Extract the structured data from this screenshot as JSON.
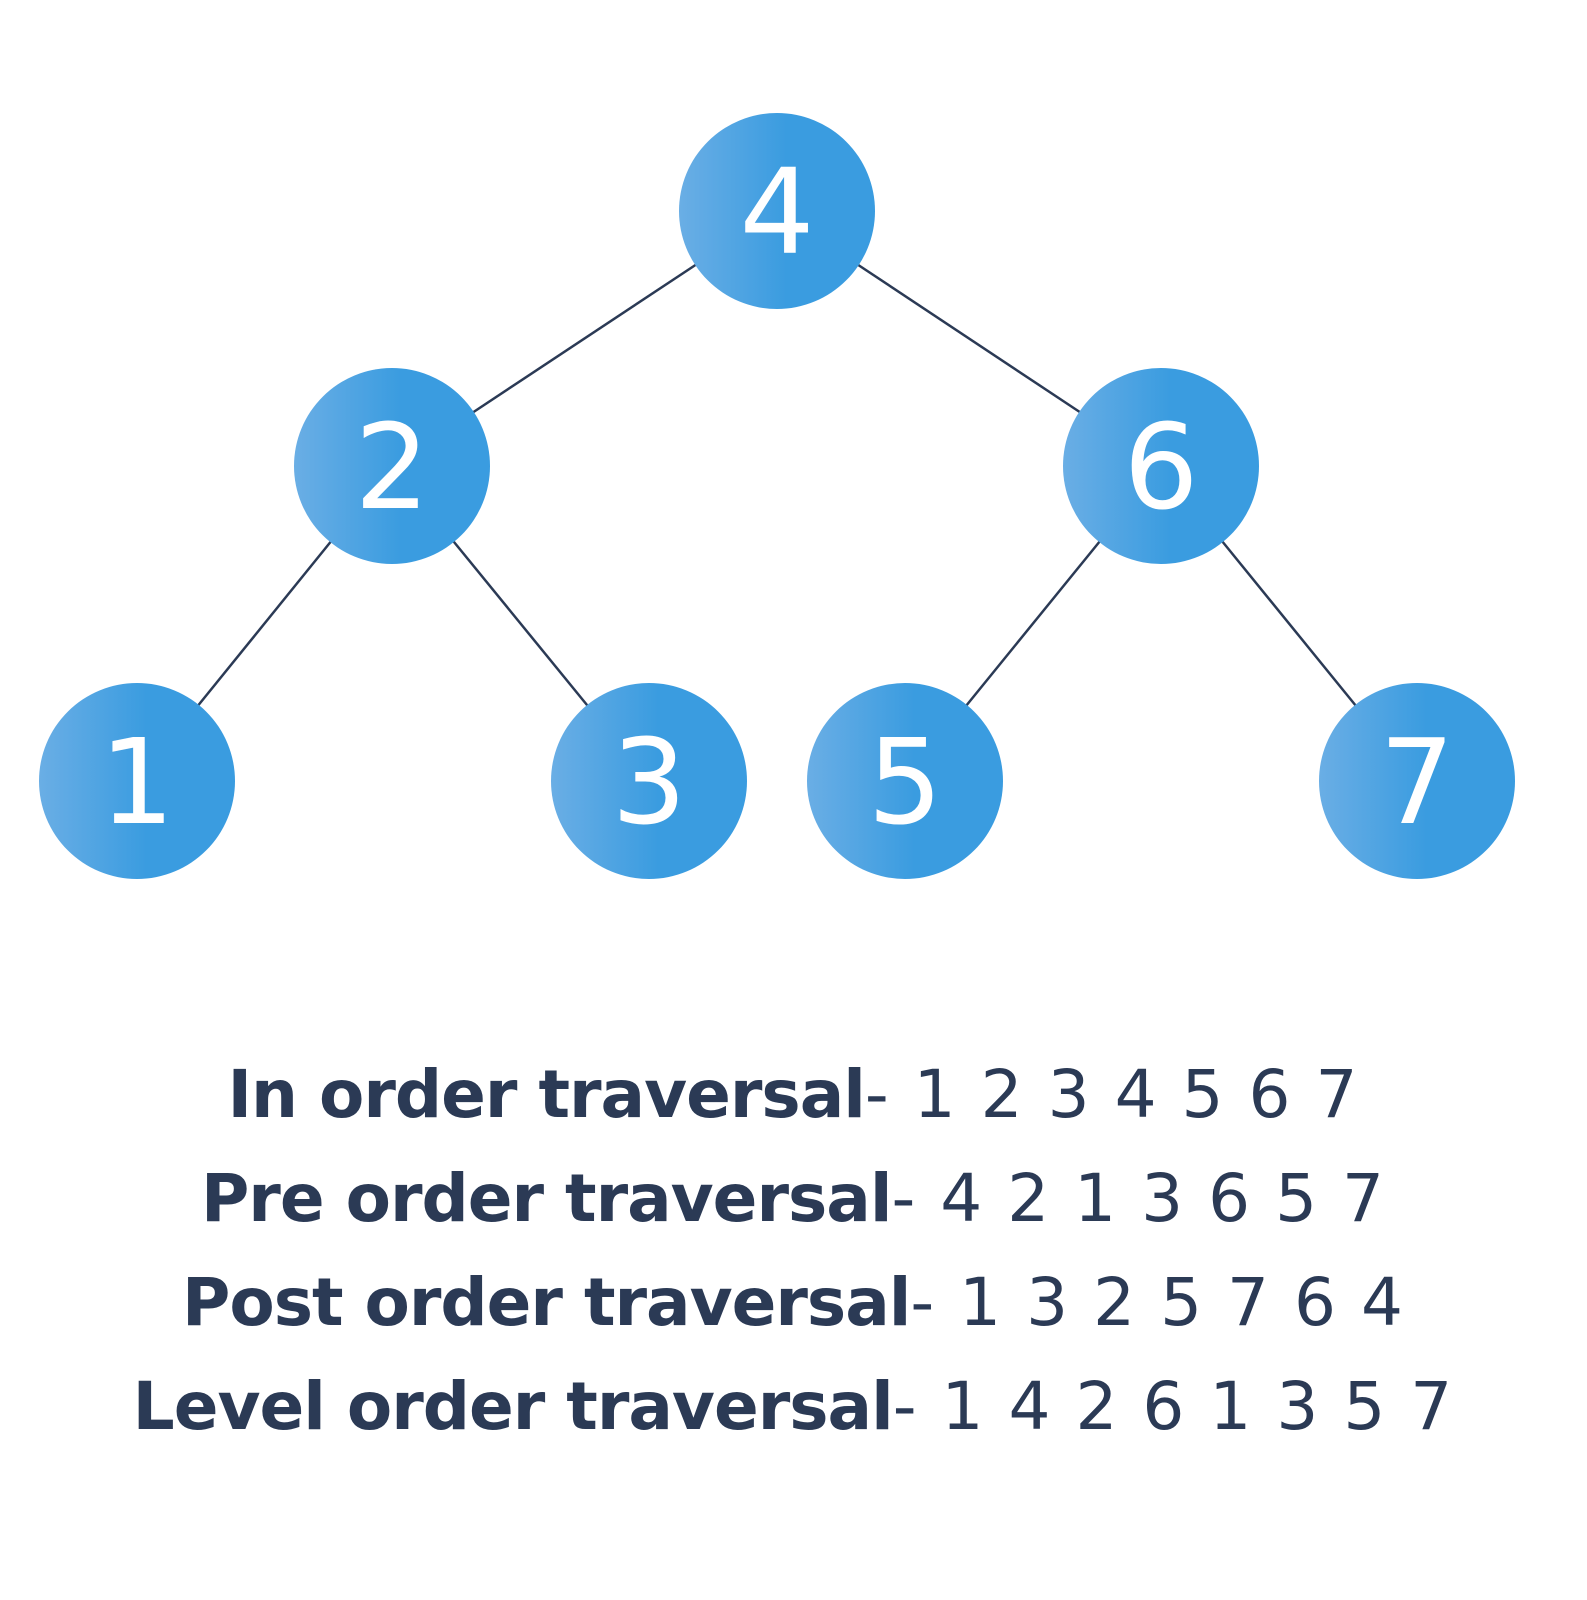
{
  "colors": {
    "node_fill_start": "#6aaee5",
    "node_fill_end": "#3a9ce0",
    "edge": "#2b3a55",
    "text_dark": "#2b3a55",
    "node_text": "#ffffff"
  },
  "tree": {
    "nodes": [
      {
        "id": "n4",
        "label": "4"
      },
      {
        "id": "n2",
        "label": "2"
      },
      {
        "id": "n6",
        "label": "6"
      },
      {
        "id": "n1",
        "label": "1"
      },
      {
        "id": "n3",
        "label": "3"
      },
      {
        "id": "n5",
        "label": "5"
      },
      {
        "id": "n7",
        "label": "7"
      }
    ],
    "edges": [
      {
        "from": "n4",
        "to": "n2"
      },
      {
        "from": "n4",
        "to": "n6"
      },
      {
        "from": "n2",
        "to": "n1"
      },
      {
        "from": "n2",
        "to": "n3"
      },
      {
        "from": "n6",
        "to": "n5"
      },
      {
        "from": "n6",
        "to": "n7"
      }
    ]
  },
  "traversals": [
    {
      "label": "In order traversal",
      "sequence": "- 1 2 3 4 5 6 7"
    },
    {
      "label": "Pre order traversal",
      "sequence": "- 4 2 1 3 6 5 7"
    },
    {
      "label": "Post order traversal",
      "sequence": "- 1 3 2 5 7 6 4"
    },
    {
      "label": "Level order traversal",
      "sequence": "- 1 4 2 6 1 3 5 7"
    }
  ]
}
